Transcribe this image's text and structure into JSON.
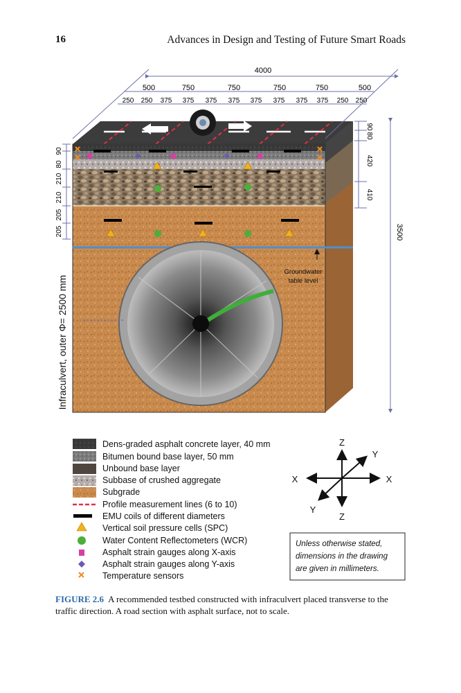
{
  "header": {
    "page_number": "16",
    "running_title": "Advances in Design and Testing of Future Smart Roads"
  },
  "dimensions": {
    "top_total": "4000",
    "top_row1": [
      "500",
      "750",
      "750",
      "750",
      "750",
      "500"
    ],
    "top_row2": [
      "250",
      "250",
      "375",
      "375",
      "375",
      "375",
      "375",
      "375",
      "375",
      "375",
      "250",
      "250"
    ],
    "left": [
      "90",
      "80",
      "210",
      "210",
      "205",
      "205"
    ],
    "right_small": [
      "90",
      "80"
    ],
    "right_420": "420",
    "right_410": "410",
    "right_total": "3500"
  },
  "labels": {
    "infraculvert": "Infraculvert, outer Φ= 2500 mm",
    "groundwater_line1": "Groundwater",
    "groundwater_line2": "table level"
  },
  "legend": [
    {
      "text": "Dens-graded asphalt concrete layer, 40 mm",
      "icon": "asphalt-swatch-icon"
    },
    {
      "text": "Bitumen bound base layer, 50 mm",
      "icon": "bitumen-swatch-icon"
    },
    {
      "text": "Unbound base layer",
      "icon": "unbound-swatch-icon"
    },
    {
      "text": "Subbase of crushed aggregate",
      "icon": "subbase-swatch-icon"
    },
    {
      "text": "Subgrade",
      "icon": "subgrade-swatch-icon"
    },
    {
      "text": "Profile measurement lines (6 to 10)",
      "icon": "dashed-line-icon"
    },
    {
      "text": "EMU coils of different diameters",
      "icon": "black-bar-icon"
    },
    {
      "text": "Vertical soil pressure cells (SPC)",
      "icon": "yellow-triangle-icon"
    },
    {
      "text": "Water Content Reflectometers (WCR)",
      "icon": "green-circle-icon"
    },
    {
      "text": "Asphalt strain gauges along X-axis",
      "icon": "magenta-square-icon"
    },
    {
      "text": "Asphalt strain gauges along Y-axis",
      "icon": "purple-diamond-icon"
    },
    {
      "text": "Temperature sensors",
      "icon": "orange-cross-icon"
    }
  ],
  "axes": {
    "z_top": "Z",
    "y_top": "Y",
    "x_left": "X",
    "x_right": "X",
    "y_bottom": "Y",
    "z_bottom": "Z"
  },
  "note": "Unless otherwise stated, dimensions in the drawing are given in millimeters.",
  "note_lines": [
    "Unless otherwise stated,",
    "dimensions in the drawing",
    "are given in millimeters."
  ],
  "caption": {
    "label": "FIGURE 2.6",
    "text": "A recommended testbed constructed with infraculvert placed transverse to the traffic direction. A road section with asphalt surface, not to scale."
  },
  "colors": {
    "asphalt": "#3a3a3a",
    "subgrade": "#c98a4e",
    "dim_line": "#6b6fa8",
    "profile_line": "#e0304a",
    "caption_label": "#2c6aa8",
    "groundwater": "#4f8fd0"
  }
}
